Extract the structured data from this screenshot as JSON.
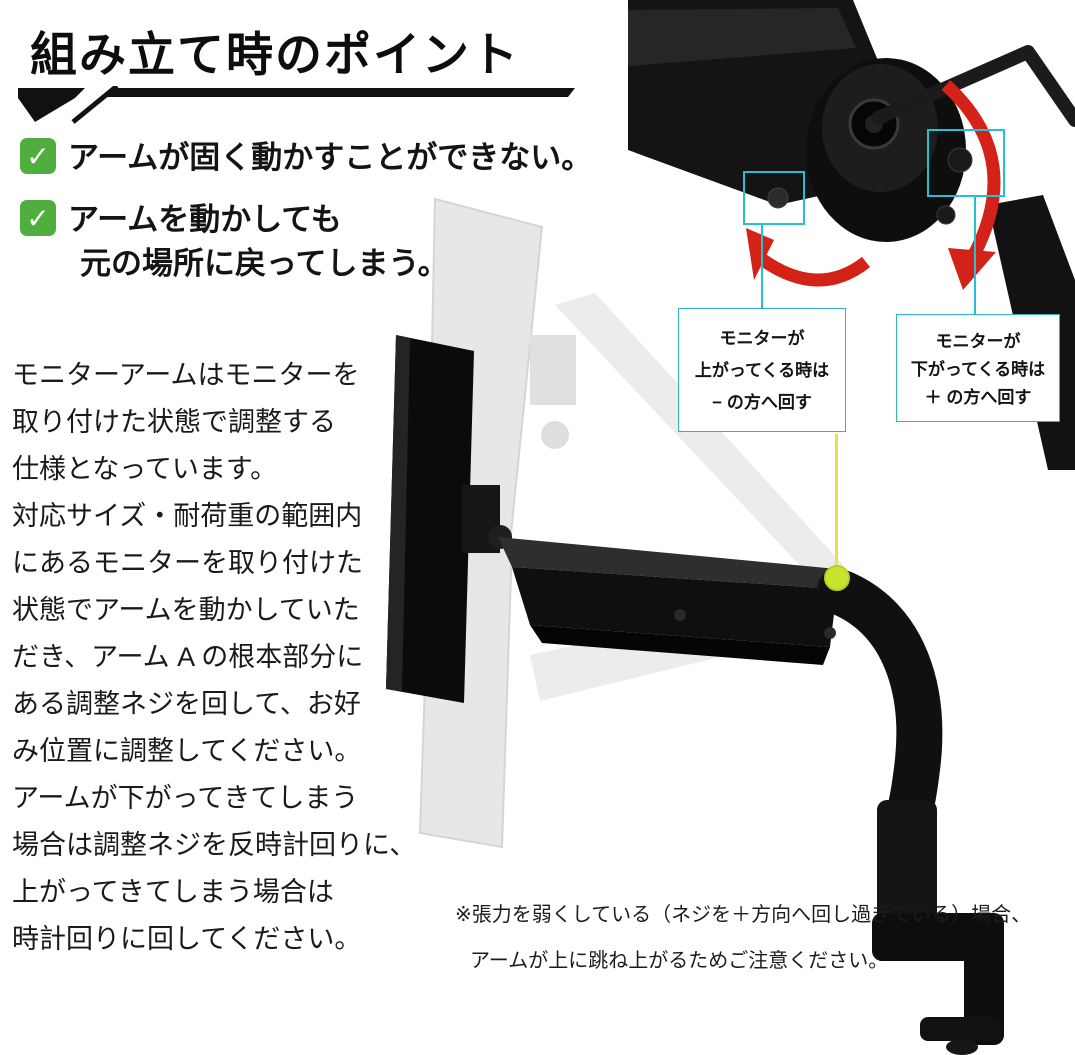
{
  "header": {
    "title": "組み立て時のポイント"
  },
  "checklist": {
    "items": [
      {
        "lines": [
          "アームが固く動かすことができない。"
        ]
      },
      {
        "lines": [
          "アームを動かしても",
          "元の場所に戻ってしまう。"
        ]
      }
    ]
  },
  "body": {
    "lines": [
      "モニターアームはモニターを",
      "取り付けた状態で調整する",
      "仕様となっています。",
      "対応サイズ・耐荷重の範囲内",
      "にあるモニターを取り付けた",
      "状態でアームを動かしていた",
      "だき、アーム A の根本部分に",
      "ある調整ネジを回して、お好",
      "み位置に調整してください。",
      "アームが下がってきてしまう",
      "場合は調整ネジを反時計回りに、",
      "上がってきてしまう場合は",
      "時計回りに回してください。"
    ]
  },
  "callouts": {
    "left": {
      "lines": [
        "モニターが",
        "上がってくる時は",
        "− の方へ回す"
      ]
    },
    "right": {
      "lines": [
        "モニターが",
        "下がってくる時は",
        "＋ の方へ回す"
      ]
    }
  },
  "note": {
    "lines": [
      "※張力を弱くしている（ネジを＋方向へ回し過ぎている）場合、",
      "アームが上に跳ね上がるためご注意ください。"
    ]
  },
  "colors": {
    "check_green": "#4fae3d",
    "callout_border": "#2ab6c8",
    "arrow_red": "#d32318",
    "marker_yellow": "#c9e42f",
    "line_yellow": "#e9e146",
    "title_black": "#0d0d0d"
  }
}
